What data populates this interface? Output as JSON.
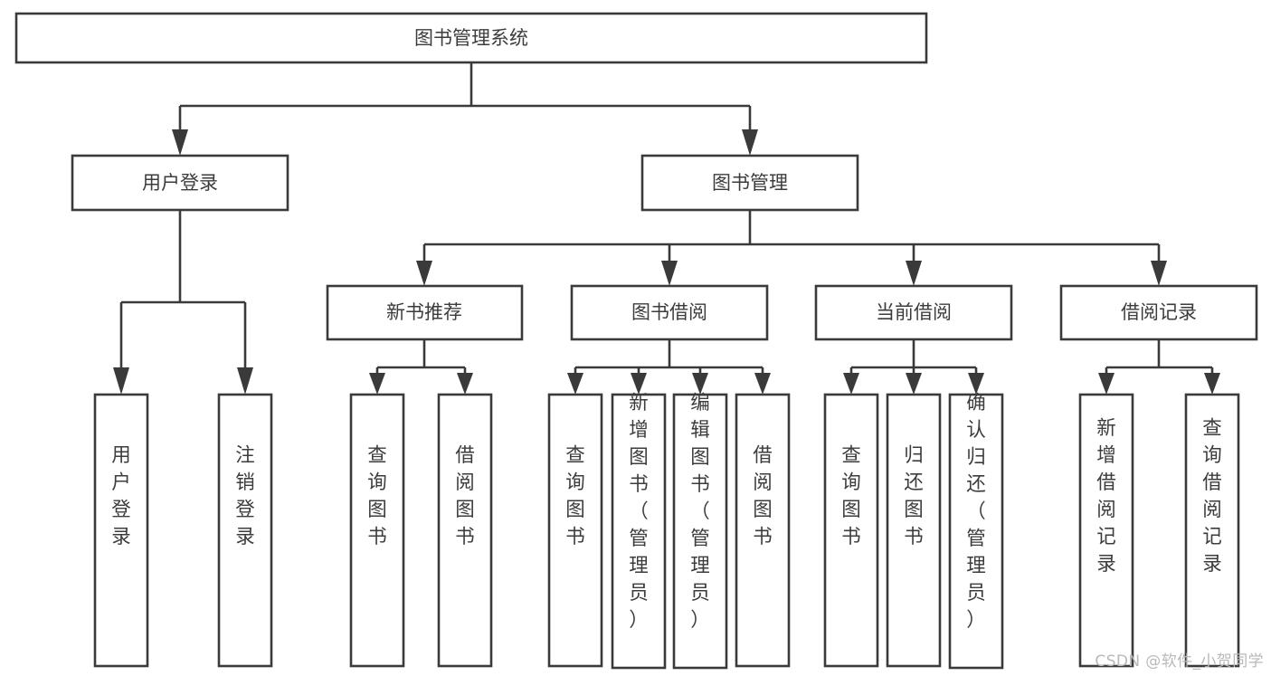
{
  "diagram": {
    "type": "tree",
    "title": "图书管理系统",
    "watermark": "CSDN @软件_小贺同学",
    "root": {
      "id": "root",
      "label": "图书管理系统"
    },
    "level1": [
      {
        "id": "user-login",
        "label": "用户登录"
      },
      {
        "id": "book-manage",
        "label": "图书管理"
      }
    ],
    "level2": [
      {
        "id": "new-book-recommend",
        "label": "新书推荐",
        "parent": "book-manage"
      },
      {
        "id": "book-borrow",
        "label": "图书借阅",
        "parent": "book-manage"
      },
      {
        "id": "current-borrow",
        "label": "当前借阅",
        "parent": "book-manage"
      },
      {
        "id": "borrow-record",
        "label": "借阅记录",
        "parent": "book-manage"
      }
    ],
    "leaves": [
      {
        "id": "leaf-user-login",
        "label": "用户登录",
        "parent": "user-login"
      },
      {
        "id": "leaf-logout-login",
        "label": "注销登录",
        "parent": "user-login"
      },
      {
        "id": "leaf-query-book-1",
        "label": "查询图书",
        "parent": "new-book-recommend"
      },
      {
        "id": "leaf-borrow-book-1",
        "label": "借阅图书",
        "parent": "new-book-recommend"
      },
      {
        "id": "leaf-query-book-2",
        "label": "查询图书",
        "parent": "book-borrow"
      },
      {
        "id": "leaf-add-book",
        "label": "新增图书（管理员）",
        "parent": "book-borrow"
      },
      {
        "id": "leaf-edit-book",
        "label": "编辑图书（管理员）",
        "parent": "book-borrow"
      },
      {
        "id": "leaf-borrow-book-2",
        "label": "借阅图书",
        "parent": "book-borrow"
      },
      {
        "id": "leaf-query-book-3",
        "label": "查询图书",
        "parent": "current-borrow"
      },
      {
        "id": "leaf-return-book",
        "label": "归还图书",
        "parent": "current-borrow"
      },
      {
        "id": "leaf-confirm-return",
        "label": "确认归还（管理员）",
        "parent": "current-borrow"
      },
      {
        "id": "leaf-add-record",
        "label": "新增借阅记录",
        "parent": "borrow-record"
      },
      {
        "id": "leaf-query-record",
        "label": "查询借阅记录",
        "parent": "borrow-record"
      }
    ],
    "colors": {
      "stroke": "#3a3a3a",
      "fill": "#ffffff",
      "text": "#3c3c3c",
      "watermark": "#b9b9b9"
    }
  }
}
